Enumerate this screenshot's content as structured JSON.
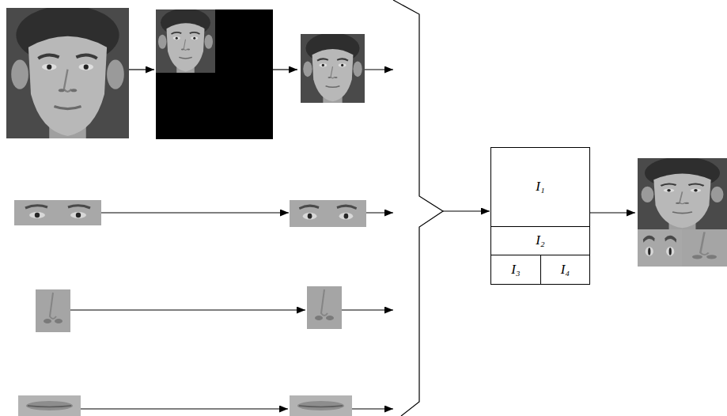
{
  "diagram": {
    "nodes": [
      {
        "text": [
          "I₁"
        ]
      },
      {
        "text": [
          "I₂"
        ]
      },
      {
        "text": [
          "I₃"
        ]
      },
      {
        "text": [
          "I₄"
        ]
      }
    ]
  }
}
